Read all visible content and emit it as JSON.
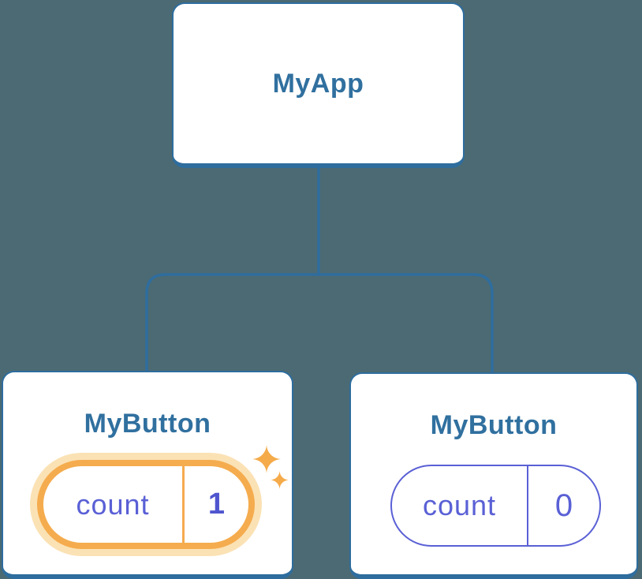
{
  "tree": {
    "root": {
      "label": "MyApp"
    },
    "children": [
      {
        "label": "MyButton",
        "state": {
          "name": "count",
          "value": "1"
        },
        "highlighted": true
      },
      {
        "label": "MyButton",
        "state": {
          "name": "count",
          "value": "0"
        },
        "highlighted": false
      }
    ]
  },
  "icons": {
    "sparkle_large": "sparkle-icon",
    "sparkle_small": "sparkle-icon"
  },
  "colors": {
    "background": "#4C6A73",
    "node_fill": "#FFFFFF",
    "node_border": "#2E6D9E",
    "connector": "#2E6D9E",
    "node_title": "#30709F",
    "state_text": "#5A60D5",
    "state_value_active": "#4F55CE",
    "highlight_ring": "#F5AC4E",
    "highlight_glow": "#FBE2B5",
    "sparkle": "#F5AB4A"
  }
}
